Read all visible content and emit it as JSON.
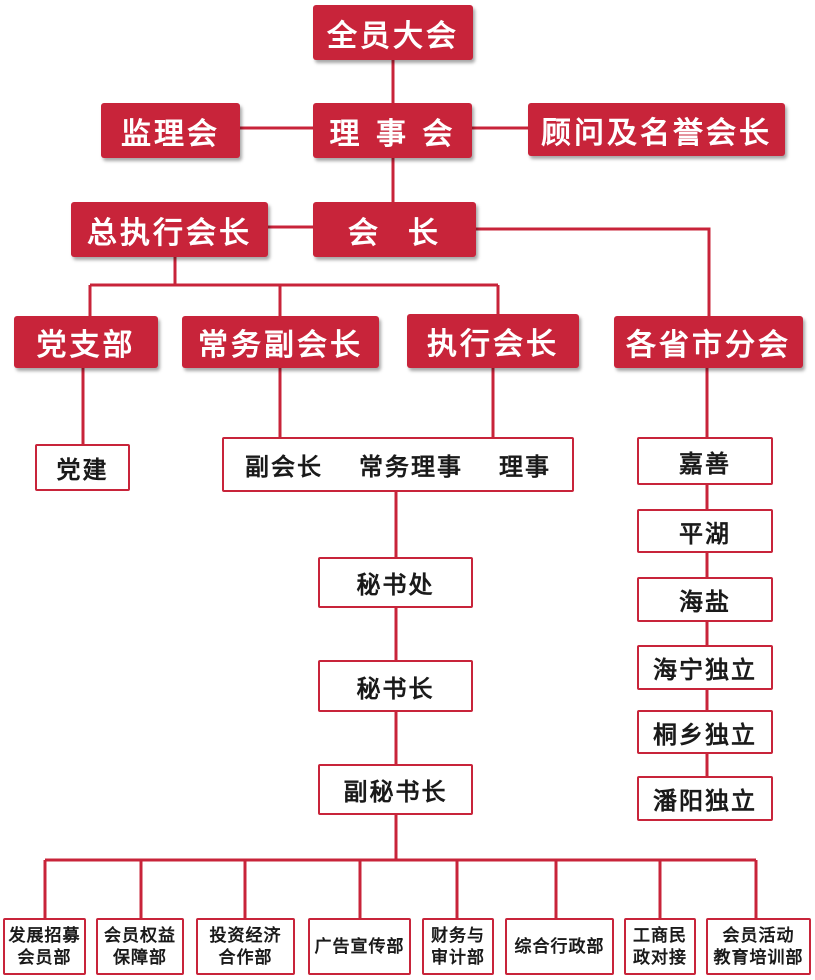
{
  "colors": {
    "primary": "#c8243a",
    "text_on_primary": "#ffffff",
    "text": "#1a1a1a"
  },
  "top": {
    "general_assembly": "全员大会"
  },
  "board": {
    "supervisory": "监理会",
    "council": "理 事 会",
    "advisors": "顾问及名誉会长"
  },
  "leaders": {
    "chief_exec": "总执行会长",
    "president": "会  长"
  },
  "level3": {
    "party_branch": "党支部",
    "standing_vp": "常务副会长",
    "exec_vp": "执行会长",
    "branches": "各省市分会"
  },
  "party": {
    "party_building": "党建"
  },
  "council_members": {
    "vp": "副会长",
    "standing_director": "常务理事",
    "director": "理事"
  },
  "secretariat": {
    "office": "秘书处",
    "secretary_general": "秘书长",
    "deputy_secretary_general": "副秘书长"
  },
  "cities": [
    "嘉善",
    "平湖",
    "海盐",
    "海宁独立",
    "桐乡独立",
    "潘阳独立"
  ],
  "departments": [
    {
      "line1": "发展招募",
      "line2": "会员部"
    },
    {
      "line1": "会员权益",
      "line2": "保障部"
    },
    {
      "line1": "投资经济",
      "line2": "合作部"
    },
    {
      "line1": "广告宣传部",
      "line2": ""
    },
    {
      "line1": "财务与",
      "line2": "审计部"
    },
    {
      "line1": "综合行政部",
      "line2": ""
    },
    {
      "line1": "工商民",
      "line2": "政对接"
    },
    {
      "line1": "会员活动",
      "line2": "教育培训部"
    }
  ]
}
